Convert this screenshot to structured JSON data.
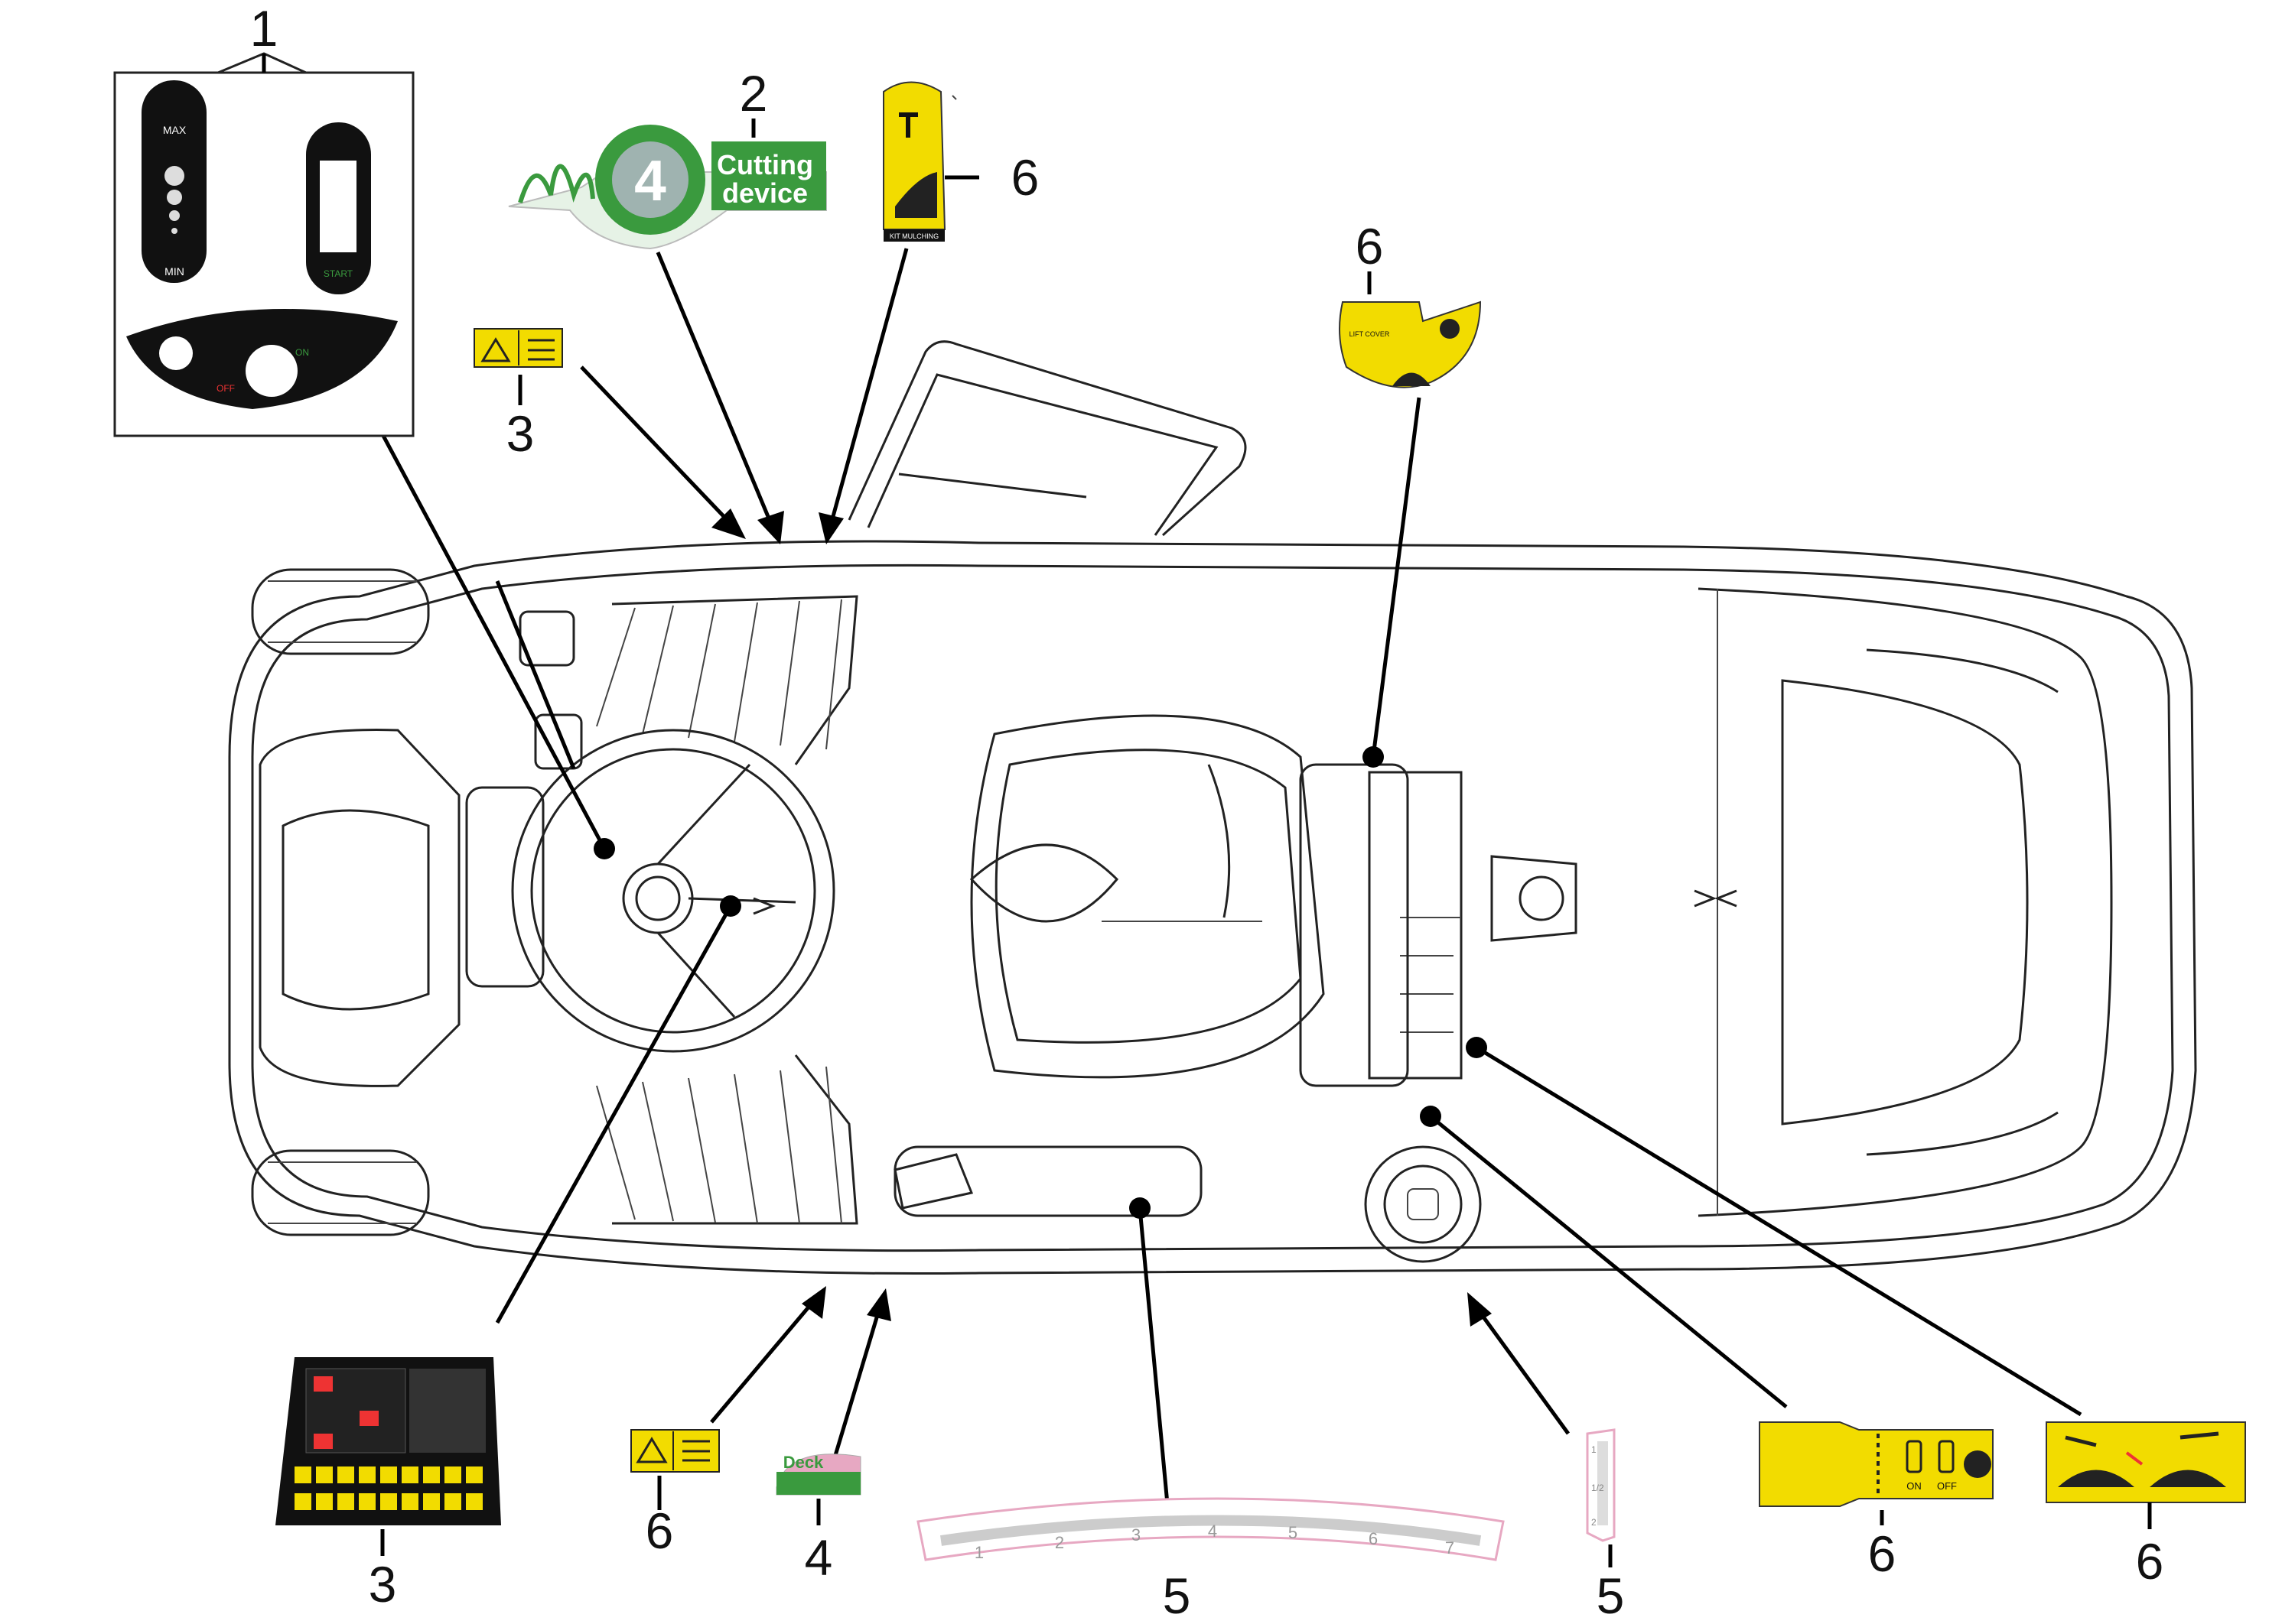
{
  "title": "Decal location diagram – ride-on mower",
  "colors": {
    "decal_yellow": "#f2dc00",
    "decal_green": "#3a9a3e",
    "deck_pink": "#e7a8c2",
    "outline": "#222222"
  },
  "callouts": {
    "c1": "1",
    "c2": "2",
    "c3_top": "3",
    "c6_top": "6",
    "c6_right": "6",
    "c3_bottom": "3",
    "c6_bottom": "6",
    "c4": "4",
    "c5_scale": "5",
    "c5_strip": "5",
    "c6_switch": "6",
    "c6_tilt": "6"
  },
  "decals": {
    "cutting": {
      "number": "4",
      "line1": "Cutting",
      "line2": "device"
    },
    "panel1": {
      "max": "MAX",
      "min": "MIN",
      "start": "START",
      "off": "OFF",
      "on": "ON"
    },
    "kit_mulching": "KIT MULCHING",
    "lift_cover": "LIFT COVER",
    "deck": "Deck",
    "switch": {
      "on": "ON",
      "off": "OFF"
    },
    "scale": [
      "1",
      "2",
      "3",
      "4",
      "5",
      "6",
      "7"
    ],
    "strip": [
      "1",
      "1/2",
      "2"
    ]
  }
}
